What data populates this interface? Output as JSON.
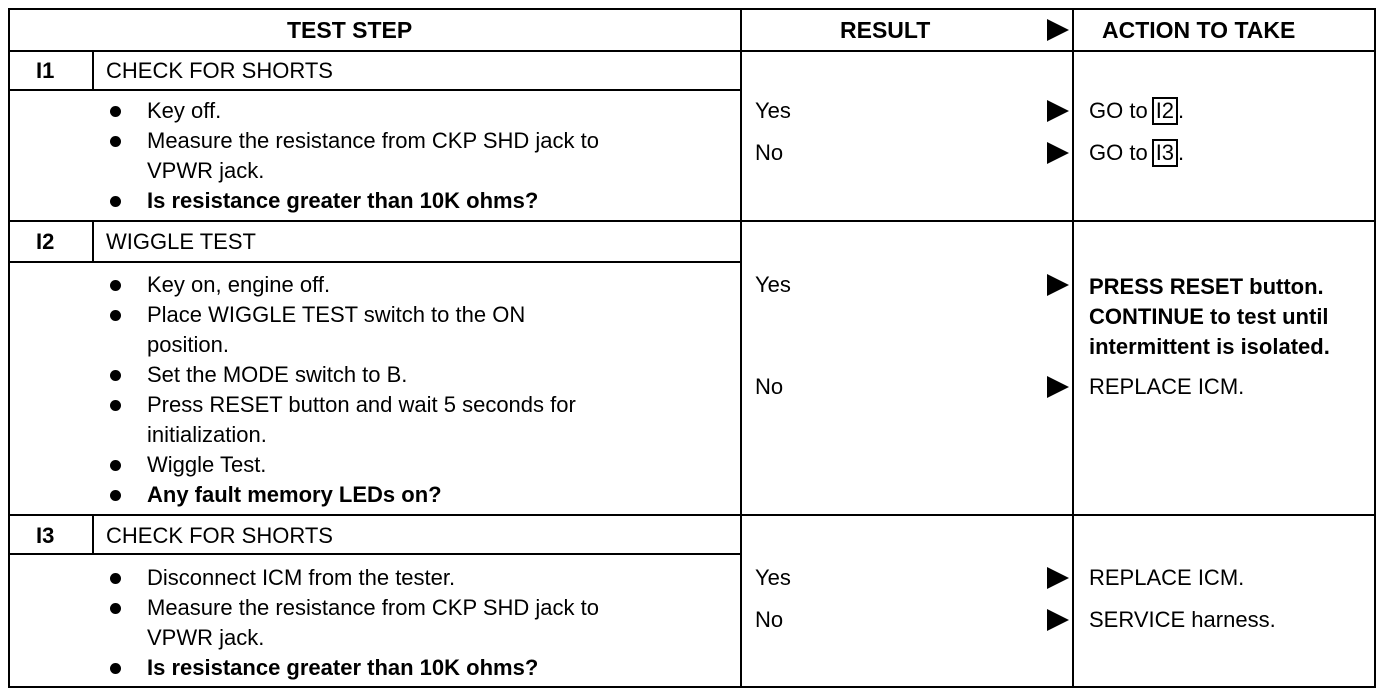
{
  "header": {
    "test_step": "TEST STEP",
    "result": "RESULT",
    "action": "ACTION TO TAKE"
  },
  "steps": [
    {
      "id": "I1",
      "title": "CHECK FOR SHORTS",
      "bullets": [
        {
          "lines": [
            "Key off."
          ],
          "bold": false
        },
        {
          "lines": [
            "Measure the resistance from CKP SHD jack to",
            "VPWR jack."
          ],
          "bold": false
        },
        {
          "lines": [
            "Is resistance greater than 10K ohms?"
          ],
          "bold": true
        }
      ],
      "results": [
        {
          "label": "Yes",
          "action_lines": [
            "GO to"
          ],
          "goto": "I2",
          "suffix": "."
        },
        {
          "label": "No",
          "action_lines": [
            "GO to"
          ],
          "goto": "I3",
          "suffix": "."
        }
      ]
    },
    {
      "id": "I2",
      "title": "WIGGLE TEST",
      "bullets": [
        {
          "lines": [
            "Key on, engine off."
          ],
          "bold": false
        },
        {
          "lines": [
            "Place WIGGLE TEST switch to the ON",
            "position."
          ],
          "bold": false
        },
        {
          "lines": [
            "Set the MODE switch to B."
          ],
          "bold": false
        },
        {
          "lines": [
            "Press RESET button and wait 5 seconds for",
            "initialization."
          ],
          "bold": false
        },
        {
          "lines": [
            "Wiggle Test."
          ],
          "bold": false
        },
        {
          "lines": [
            "Any fault memory LEDs on?"
          ],
          "bold": true
        }
      ],
      "results": [
        {
          "label": "Yes",
          "action_lines": [
            "PRESS RESET button.",
            "CONTINUE to test until",
            "intermittent is isolated."
          ]
        },
        {
          "label": "No",
          "action_lines": [
            "REPLACE ICM."
          ]
        }
      ]
    },
    {
      "id": "I3",
      "title": "CHECK FOR SHORTS",
      "bullets": [
        {
          "lines": [
            "Disconnect ICM from the tester."
          ],
          "bold": false
        },
        {
          "lines": [
            "Measure the resistance from CKP SHD jack to",
            "VPWR jack."
          ],
          "bold": false
        },
        {
          "lines": [
            "Is resistance greater than 10K ohms?"
          ],
          "bold": true
        }
      ],
      "results": [
        {
          "label": "Yes",
          "action_lines": [
            "REPLACE ICM."
          ]
        },
        {
          "label": "No",
          "action_lines": [
            "SERVICE harness."
          ]
        }
      ]
    }
  ]
}
